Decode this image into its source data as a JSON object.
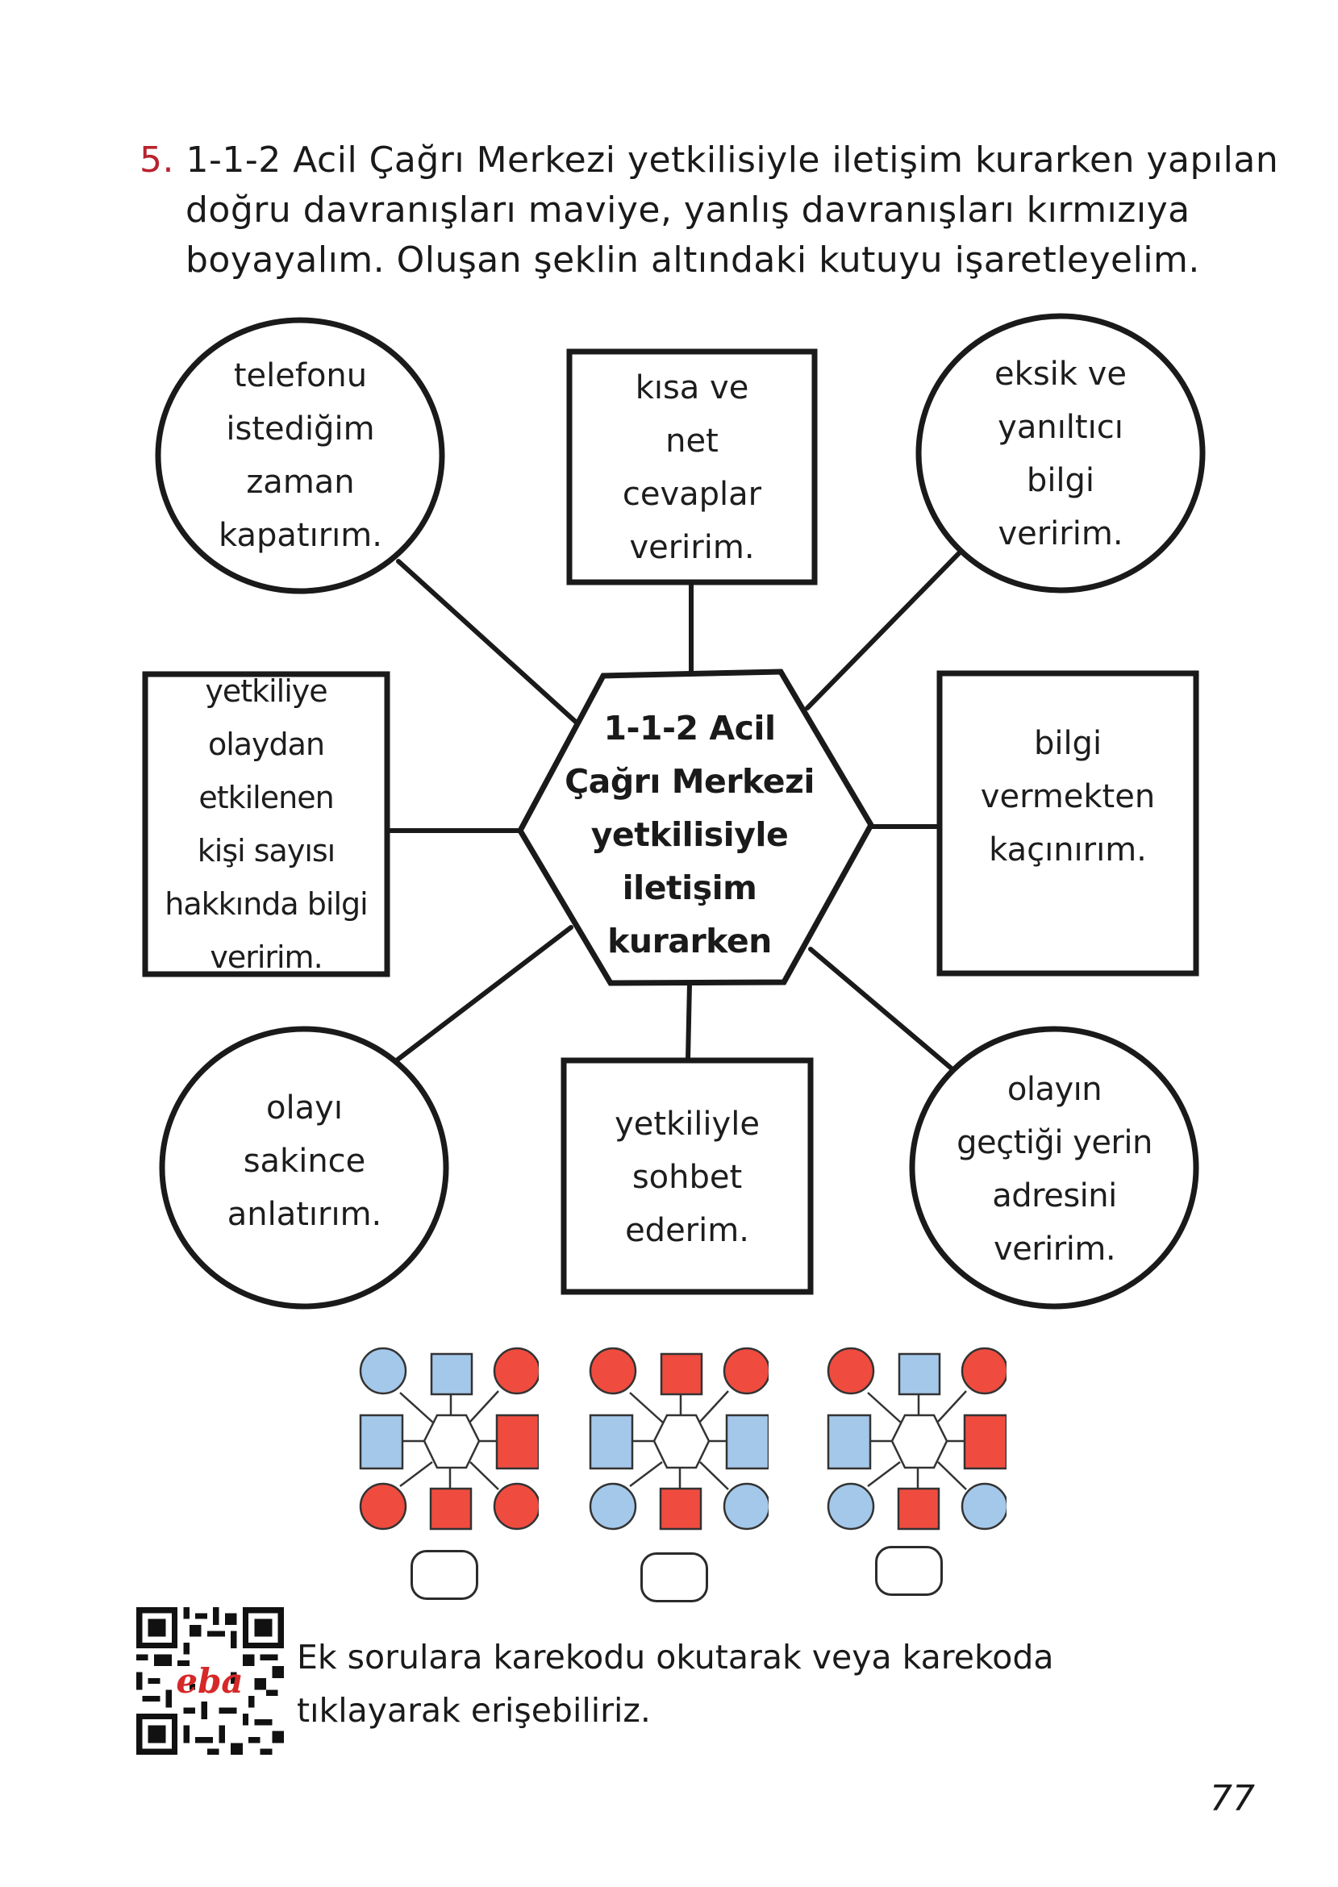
{
  "question": {
    "number": "5.",
    "lines": [
      "1-1-2 Acil Çağrı Merkezi yetkilisiyle iletişim kurarken yapılan",
      "doğru davranışları maviye, yanlış davranışları kırmızıya",
      "boyayalım. Oluşan şeklin altındaki kutuyu işaretleyelim."
    ]
  },
  "diagram": {
    "center": "1-1-2 Acil\nÇağrı Merkezi\nyetkilisiyle\niletişim\nkurarken",
    "nodes": {
      "top_left": {
        "shape": "circle",
        "text": "telefonu\nistediğim\nzaman\nkapatırım."
      },
      "top": {
        "shape": "square",
        "text": "kısa ve\nnet\ncevaplar\nveririm."
      },
      "top_right": {
        "shape": "circle",
        "text": "eksik ve\nyanıltıcı\nbilgi\nveririm."
      },
      "left": {
        "shape": "square",
        "text": "yetkiliye olaydan\netkilenen\nkişi sayısı\nhakkında bilgi\nveririm."
      },
      "right": {
        "shape": "square",
        "text": "bilgi\nvermekten\nkaçınırım."
      },
      "bottom_left": {
        "shape": "circle",
        "text": "olayı\nsakince\nanlatırım."
      },
      "bottom": {
        "shape": "square",
        "text": "yetkiliyle\nsohbet\nederim."
      },
      "bottom_right": {
        "shape": "circle",
        "text": "olayın\ngeçtiği yerin\nadresini\nveririm."
      }
    }
  },
  "colors": {
    "blue": "#a4c8ea",
    "red": "#ef4c3f",
    "question_number": "#b8232e",
    "eba_logo": "#d62828"
  },
  "options": [
    {
      "label": "option-1",
      "top_left": "blue",
      "top": "blue",
      "top_right": "red",
      "left": "blue",
      "right": "red",
      "bottom_left": "red",
      "bottom": "red",
      "bottom_right": "red",
      "checked": false
    },
    {
      "label": "option-2",
      "top_left": "red",
      "top": "red",
      "top_right": "red",
      "left": "blue",
      "right": "blue",
      "bottom_left": "blue",
      "bottom": "red",
      "bottom_right": "blue",
      "checked": false
    },
    {
      "label": "option-3",
      "top_left": "red",
      "top": "blue",
      "top_right": "red",
      "left": "blue",
      "right": "red",
      "bottom_left": "blue",
      "bottom": "red",
      "bottom_right": "blue",
      "checked": false
    }
  ],
  "footer": {
    "qr_logo": "eba",
    "text": "Ek sorulara karekodu okutarak veya karekoda\ntıklayarak erişebiliriz."
  },
  "page_number": "77"
}
